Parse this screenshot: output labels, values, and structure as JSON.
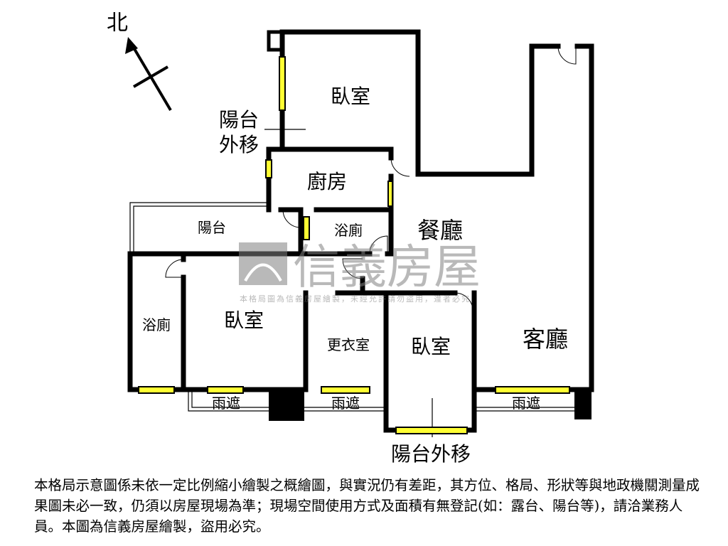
{
  "compass": {
    "north_label": "北"
  },
  "rooms": {
    "bedroom_top": "臥室",
    "kitchen": "廚房",
    "balcony": "陽台",
    "bath_small": "浴廁",
    "dining": "餐廳",
    "bath_left": "浴廁",
    "bedroom_left": "臥室",
    "closet": "更衣室",
    "bedroom_middle": "臥室",
    "living": "客廳",
    "canopy_1": "雨遮",
    "canopy_2": "雨遮",
    "canopy_3": "雨遮"
  },
  "annotations": {
    "balcony_moved_top_1": "陽台",
    "balcony_moved_top_2": "外移",
    "balcony_moved_bottom": "陽台外移"
  },
  "watermark": {
    "brand": "信義房屋",
    "notice": "本格局圖為信義房屋繪製，未經允許請勿盜用，違者必究"
  },
  "disclaimer": "本格局示意圖係未依一定比例縮小繪製之概繪圖，與實況仍有差距，其方位、格局、形狀等與地政機關測量成果圖未必一致，仍須以房屋現場為準；現場空間使用方式及面積有無登記(如：露台、陽台等)，請洽業務人員。本圖為信義房屋繪製，盜用必究。",
  "colors": {
    "wall": "#000000",
    "window": "#ffff33",
    "watermark": "#a0a0a0"
  }
}
